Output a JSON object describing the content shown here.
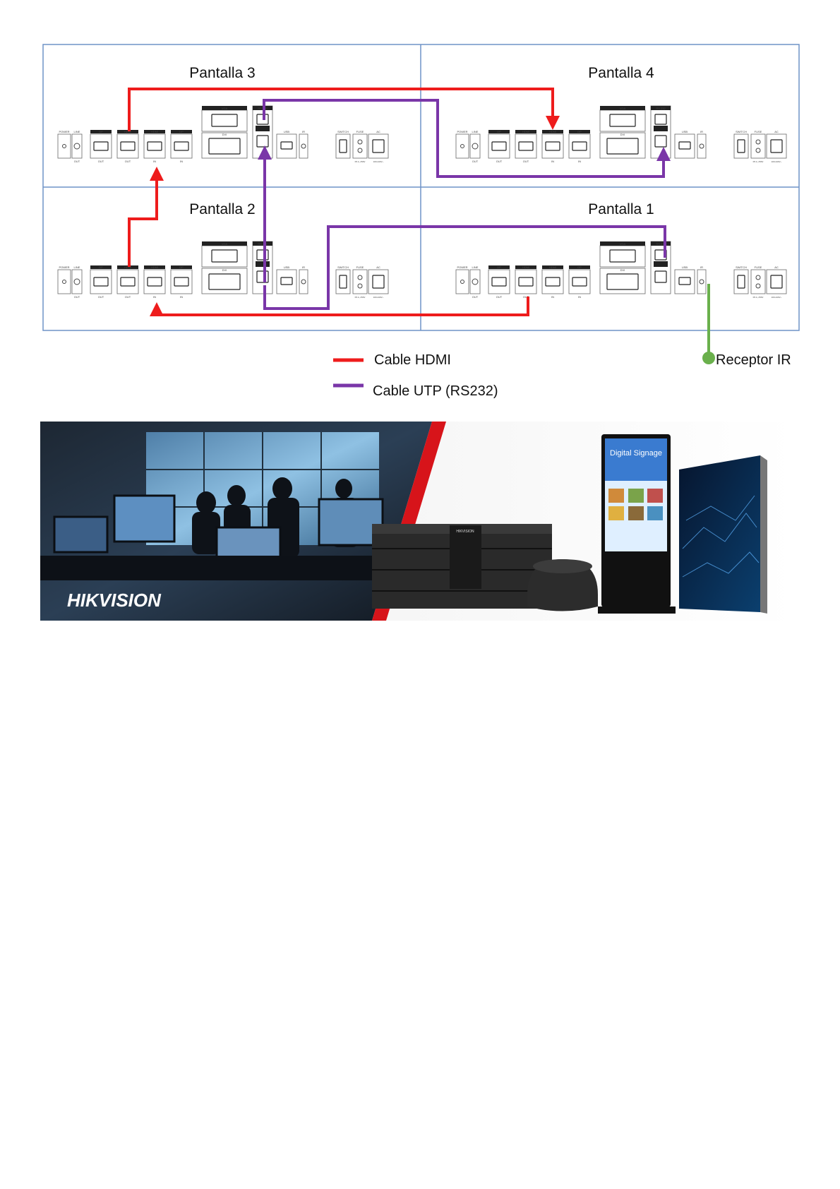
{
  "diagram": {
    "panels": [
      {
        "id": "p3",
        "title": "Pantalla 3"
      },
      {
        "id": "p4",
        "title": "Pantalla 4"
      },
      {
        "id": "p2",
        "title": "Pantalla 2"
      },
      {
        "id": "p1",
        "title": "Pantalla 1"
      }
    ],
    "port_labels": {
      "power": "POWER",
      "line": "LINE",
      "out": "OUT",
      "dp": "DP",
      "hdmi": "HDMI",
      "in": "IN",
      "vga": "VGA",
      "dvi": "DVI",
      "rs232": "RS 232",
      "usb": "USB",
      "ir": "IR",
      "switch": "SWITCH",
      "fuse": "FUSE",
      "ac": "AC",
      "fuse_rating": "F5 A, 250V",
      "ac_rating": "100-240V~"
    },
    "legend": {
      "hdmi": "Cable HDMI",
      "utp": "Cable UTP (RS232)",
      "ir": "Receptor IR"
    },
    "colors": {
      "hdmi": "#ee1c1c",
      "utp": "#7a36a8",
      "ir": "#6ab04c",
      "grid": "#6f93c7"
    }
  },
  "banner": {
    "brand": "HIKVISION",
    "signage_text": "Digital Signage",
    "device_brand": "HIKVISION",
    "colors": {
      "accent": "#d7141a"
    }
  }
}
